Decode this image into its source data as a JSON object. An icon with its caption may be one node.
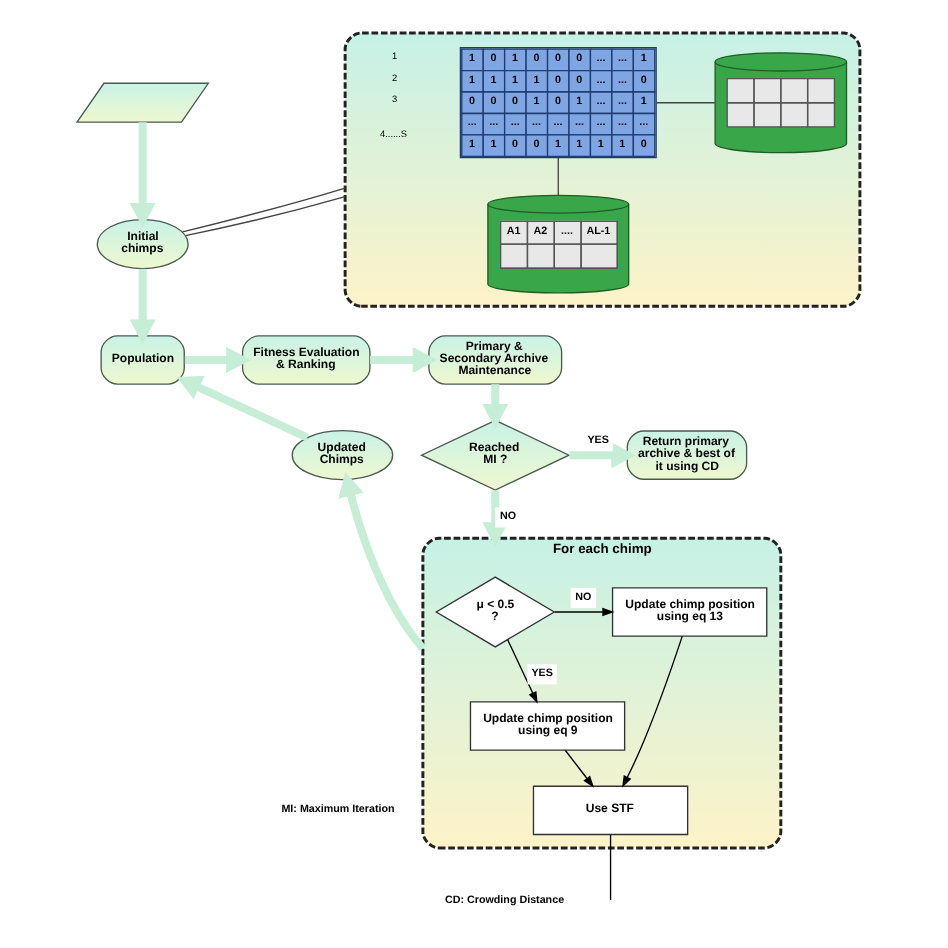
{
  "diagram": {
    "nodes": [
      {
        "text": [],
        "shape": "parallelogram"
      },
      {
        "text": [],
        "shape": "box"
      },
      {
        "text": [
          "1",
          "0",
          "1",
          "0",
          "0",
          "0",
          "...",
          "...",
          "1",
          "1",
          "1",
          "1",
          "1",
          "0",
          "0",
          "...",
          "...",
          "0",
          "0",
          "0",
          "0",
          "1",
          "0",
          "1",
          "...",
          "...",
          "1",
          "...",
          "...",
          "...",
          "...",
          "...",
          "...",
          "...",
          "...",
          "...",
          "1",
          "1",
          "0",
          "0",
          "1",
          "1",
          "1",
          "1",
          "0"
        ],
        "in": 1,
        "beside": [
          "1",
          "2",
          "3",
          "4......S"
        ]
      },
      {
        "text": [],
        "shape": "cylinder",
        "in": 1
      },
      {
        "text": [
          "A1",
          "A2",
          "....",
          "AL-1"
        ],
        "in": 1
      },
      {
        "text": [
          "Initial chimps"
        ]
      },
      {
        "text": [
          "Population"
        ]
      },
      {
        "text": [
          "Fitness Evaluation & Ranking"
        ]
      },
      {
        "text": [
          "Primary & Secondary Archive Maintenance"
        ]
      },
      {
        "text": [
          "Reached MI ?"
        ]
      },
      {
        "text": [
          "Return primary archive & best of it using CD"
        ]
      },
      {
        "text": [
          "Updated Chimps"
        ]
      },
      {
        "text": [
          "For each chimp"
        ]
      },
      {
        "text": [
          "μ < 0.5 ?"
        ],
        "in": 12
      },
      {
        "text": [
          "Update chimp position using eq 13"
        ],
        "in": 12
      },
      {
        "text": [
          "Update chimp position using eq 9"
        ],
        "in": 12
      },
      {
        "text": [
          "Use STF"
        ],
        "in": 12
      }
    ],
    "edges": [
      {
        "from": 0,
        "to": 5,
        "arrow": "to",
        "style": "thick",
        "color": "#c6eed6"
      },
      {
        "from": 5,
        "to": 1,
        "arrow": "none",
        "color": "#444444"
      },
      {
        "from": 5,
        "to": 1,
        "arrow": "none",
        "color": "#444444"
      },
      {
        "from": 2,
        "to": 3,
        "arrow": "none",
        "color": "#444444"
      },
      {
        "from": 2,
        "to": 4,
        "arrow": "none",
        "color": "#444444"
      },
      {
        "from": 5,
        "to": 6,
        "arrow": "to",
        "style": "thick",
        "color": "#c6eed6"
      },
      {
        "from": 6,
        "to": 7,
        "arrow": "to",
        "style": "thick",
        "color": "#c6eed6"
      },
      {
        "from": 7,
        "to": 8,
        "arrow": "to",
        "style": "thick",
        "color": "#c6eed6"
      },
      {
        "from": 8,
        "to": 9,
        "arrow": "to",
        "style": "thick",
        "color": "#c6eed6"
      },
      {
        "from": 9,
        "to": 10,
        "arrow": "to",
        "label": "YES",
        "style": "thick",
        "color": "#c6eed6"
      },
      {
        "from": 9,
        "to": 12,
        "arrow": "to",
        "label": "NO",
        "style": "thick",
        "color": "#c6eed6"
      },
      {
        "from": 13,
        "to": 14,
        "arrow": "to",
        "label": "NO",
        "color": "#000000"
      },
      {
        "from": 13,
        "to": 15,
        "arrow": "to",
        "label": "YES",
        "color": "#000000"
      },
      {
        "from": 14,
        "to": 16,
        "arrow": "to",
        "color": "#000000"
      },
      {
        "from": 15,
        "to": 16,
        "arrow": "to",
        "color": "#000000"
      },
      {
        "from": 16,
        "to": null,
        "arrow": "none",
        "color": "#000000"
      },
      {
        "from": 12,
        "to": 11,
        "arrow": "to",
        "style": "thick",
        "color": "#c6eed6"
      },
      {
        "from": 11,
        "to": 6,
        "arrow": "to",
        "style": "thick",
        "color": "#c6eed6"
      }
    ],
    "labels": [
      "MI: Maximum Iteration",
      "CD: Crowding Distance"
    ]
  }
}
